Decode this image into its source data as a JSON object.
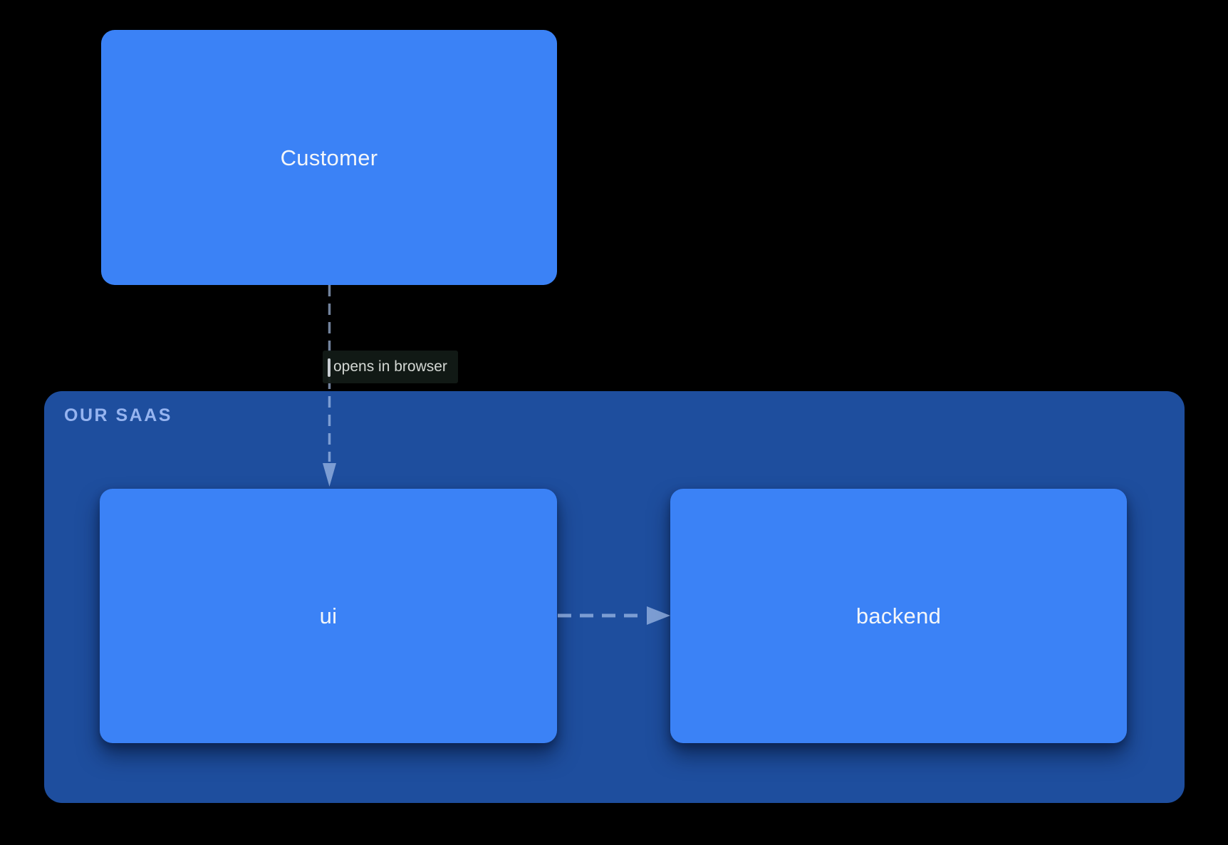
{
  "diagram": {
    "container": {
      "label": "OUR SAAS",
      "children": [
        "ui",
        "backend"
      ]
    },
    "nodes": {
      "customer": {
        "label": "Customer"
      },
      "ui": {
        "label": "ui"
      },
      "backend": {
        "label": "backend"
      }
    },
    "edges": [
      {
        "from": "customer",
        "to": "ui",
        "label": "opens in browser",
        "style": "dashed",
        "direction": "down"
      },
      {
        "from": "ui",
        "to": "backend",
        "style": "dashed",
        "direction": "right"
      }
    ],
    "colors": {
      "background": "#000000",
      "node_fill": "#3b82f6",
      "node_text": "#f3f6fa",
      "container_fill": "#1e4e9e",
      "container_label": "#96b4f0",
      "arrow": "rgba(175,200,240,0.65)",
      "edge_label_bg": "rgba(18,26,22,0.95)",
      "edge_label_text": "#d4d8d4",
      "edge_label_dash": "#c9ced3"
    }
  }
}
